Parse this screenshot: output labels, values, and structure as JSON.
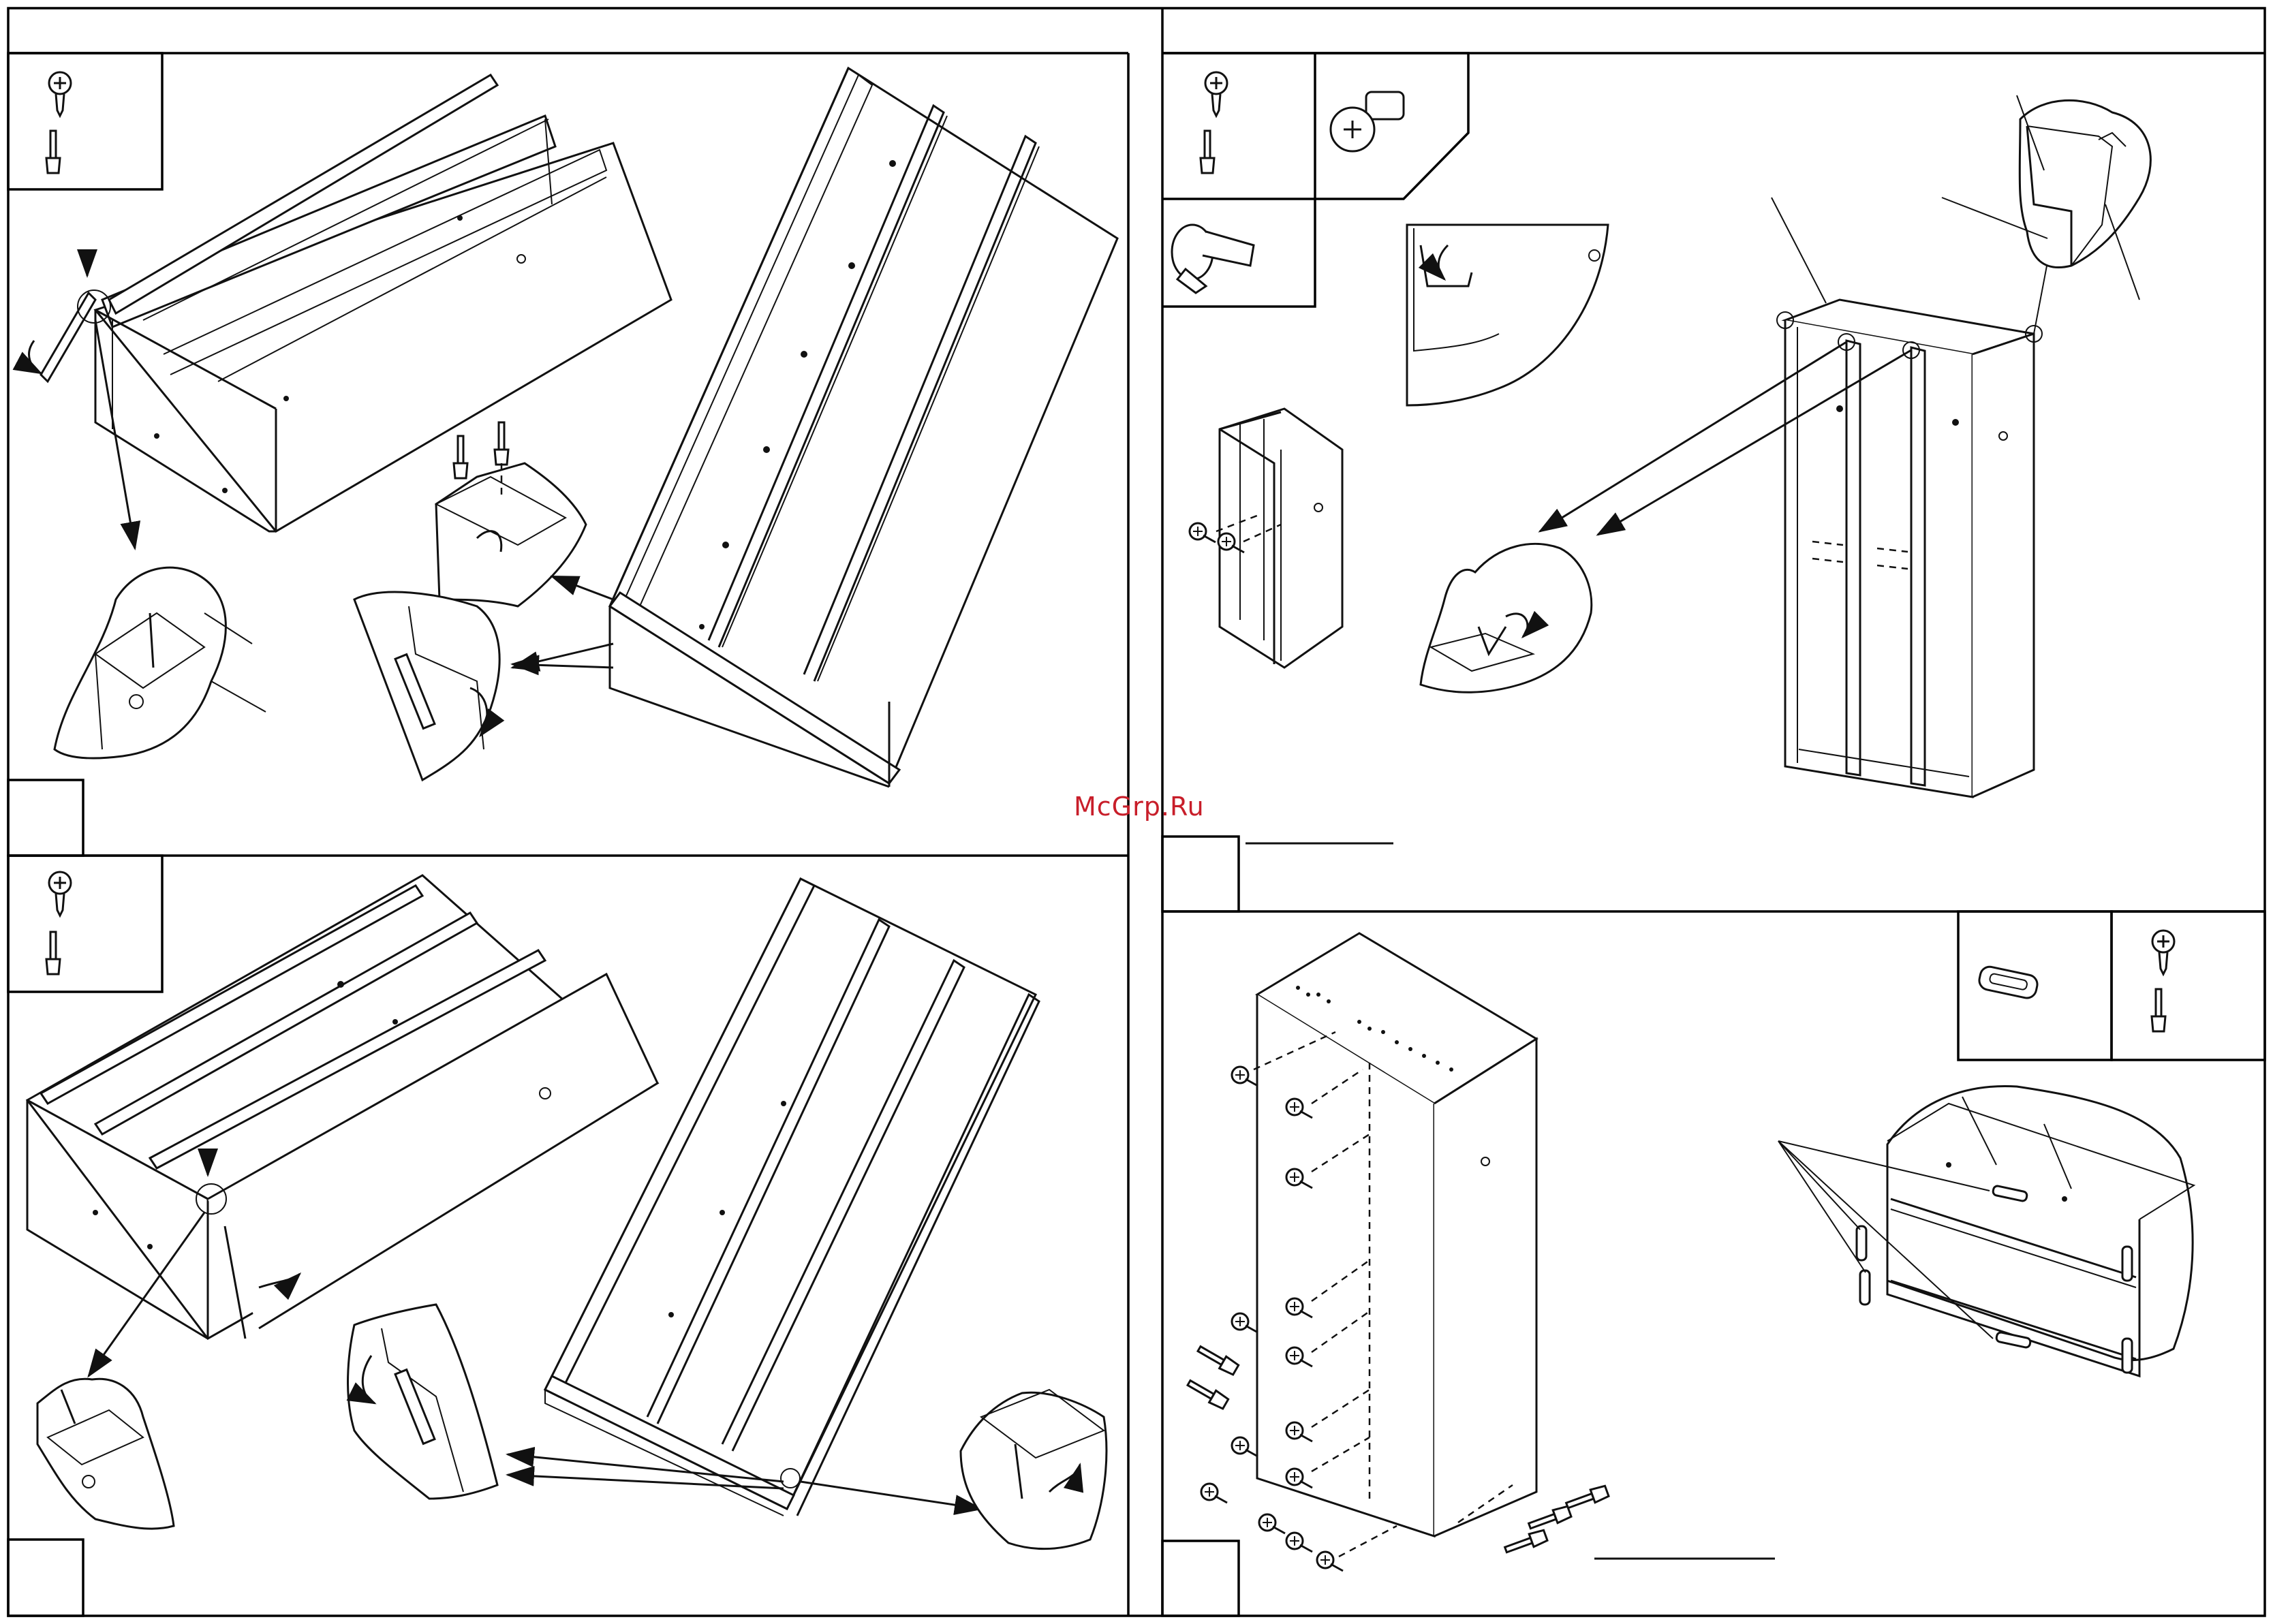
{
  "watermark": {
    "text": "McGrp.Ru",
    "color": "#c81e2a"
  },
  "steps": [
    {
      "id": "step-1",
      "position": "top-left",
      "step_number": "",
      "hardware_icons": [
        "screw-icon",
        "dowel-pin-icon"
      ]
    },
    {
      "id": "step-2",
      "position": "bottom-left",
      "step_number": "",
      "hardware_icons": [
        "screw-icon",
        "dowel-pin-icon"
      ]
    },
    {
      "id": "step-3",
      "position": "top-right",
      "step_number": "",
      "hardware_icons": [
        "screw-icon",
        "dowel-pin-icon",
        "cam-bolt-icon",
        "cam-lock-icon"
      ]
    },
    {
      "id": "step-4",
      "position": "bottom-right",
      "step_number": "",
      "hardware_icons": [
        "shelf-clip-icon",
        "screw-icon",
        "dowel-pin-icon"
      ]
    }
  ]
}
